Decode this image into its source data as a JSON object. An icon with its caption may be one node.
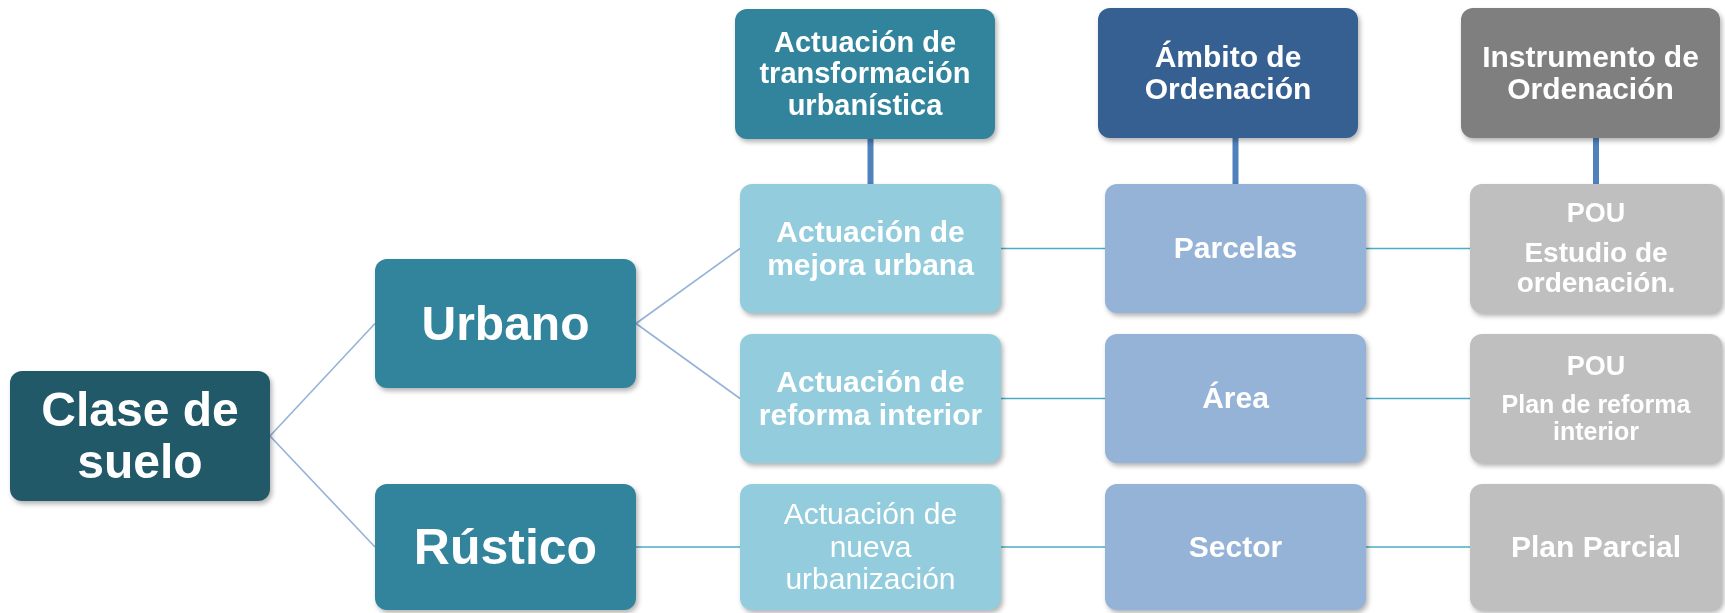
{
  "diagram": {
    "nodes": [
      {
        "text": [
          "Clase de suelo"
        ]
      },
      {
        "text": [
          "Urbano"
        ]
      },
      {
        "text": [
          "Rústico"
        ]
      },
      {
        "text": [
          "Actuación de transformación urbanística"
        ]
      },
      {
        "text": [
          "Ámbito de Ordenación"
        ]
      },
      {
        "text": [
          "Instrumento de Ordenación"
        ]
      },
      {
        "text": [
          "Actuación de mejora urbana"
        ]
      },
      {
        "text": [
          "Parcelas"
        ]
      },
      {
        "text": [
          "POU",
          "Estudio de ordenación."
        ]
      },
      {
        "text": [
          "Actuación de reforma interior"
        ]
      },
      {
        "text": [
          "Área"
        ]
      },
      {
        "text": [
          "POU",
          "Plan de reforma interior"
        ]
      },
      {
        "text": [
          "Actuación de nueva urbanización"
        ]
      },
      {
        "text": [
          "Sector"
        ]
      },
      {
        "text": [
          "Plan Parcial"
        ]
      }
    ],
    "edges": [
      {
        "from": 0,
        "to": 1,
        "arrow": "none",
        "color": "#95b3d7"
      },
      {
        "from": 0,
        "to": 2,
        "arrow": "none",
        "color": "#95b3d7"
      },
      {
        "from": 1,
        "to": 6,
        "arrow": "none",
        "color": "#95b3d7"
      },
      {
        "from": 1,
        "to": 9,
        "arrow": "none",
        "color": "#95b3d7"
      },
      {
        "from": 2,
        "to": 12,
        "arrow": "none"
      },
      {
        "from": 6,
        "to": 7,
        "arrow": "none"
      },
      {
        "from": 7,
        "to": 8,
        "arrow": "none"
      },
      {
        "from": 9,
        "to": 10,
        "arrow": "none"
      },
      {
        "from": 10,
        "to": 11,
        "arrow": "none"
      },
      {
        "from": 12,
        "to": 13,
        "arrow": "none"
      },
      {
        "from": 13,
        "to": 14,
        "arrow": "none"
      },
      {
        "from": 3,
        "to": 6,
        "arrow": "none",
        "style": "thick",
        "color": "#4f81bd"
      },
      {
        "from": 4,
        "to": 7,
        "arrow": "none",
        "style": "thick",
        "color": "#4f81bd"
      },
      {
        "from": 5,
        "to": 8,
        "arrow": "none",
        "style": "thick",
        "color": "#4f81bd"
      }
    ]
  }
}
